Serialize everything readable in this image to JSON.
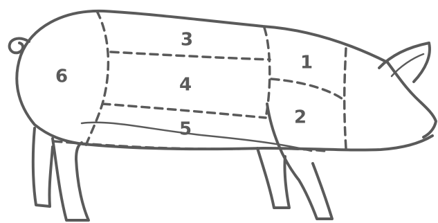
{
  "regions": [
    {
      "key": "1",
      "label": "1"
    },
    {
      "key": "2",
      "label": "2"
    },
    {
      "key": "3",
      "label": "3"
    },
    {
      "key": "4",
      "label": "4"
    },
    {
      "key": "5",
      "label": "5"
    },
    {
      "key": "6",
      "label": "6"
    }
  ],
  "colors": {
    "line": "#5a5a5a",
    "background": "#ffffff"
  }
}
